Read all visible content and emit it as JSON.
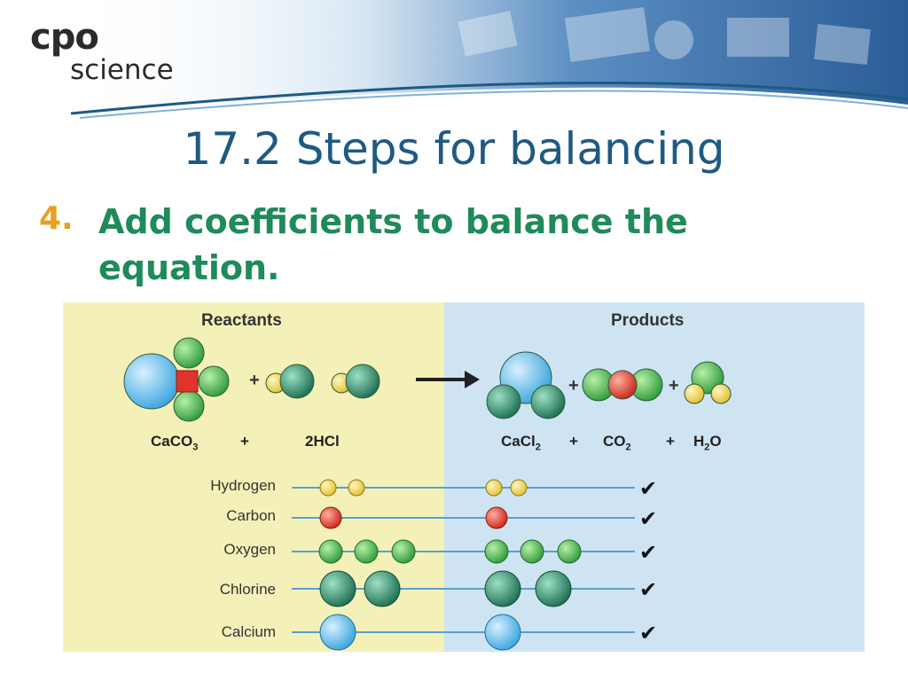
{
  "logo": {
    "line1": "cpo",
    "line2": "science"
  },
  "title": "17.2 Steps for balancing",
  "step": {
    "number": "4.",
    "text": "Add coefficients to balance the equation."
  },
  "figure": {
    "reactants_label": "Reactants",
    "products_label": "Products",
    "equation": {
      "caco3": "CaCO",
      "caco3_sub": "3",
      "plus": "+",
      "hcl": "2HCl",
      "cacl2": "CaCl",
      "cacl2_sub": "2",
      "co2": "CO",
      "co2_sub": "2",
      "h2o_h": "H",
      "h2o_sub": "2",
      "h2o_o": "O"
    },
    "elements": [
      "Hydrogen",
      "Carbon",
      "Oxygen",
      "Chlorine",
      "Calcium"
    ],
    "checkmark": "✔",
    "colors": {
      "reactants_bg": "#f4f1b8",
      "products_bg": "#cfe4f2",
      "calcium": "#5bb8ea",
      "oxygen": "#4cae4c",
      "carbon": "#e0342a",
      "chlorine": "#2e8a68",
      "hydrogen": "#f2d64a"
    }
  }
}
